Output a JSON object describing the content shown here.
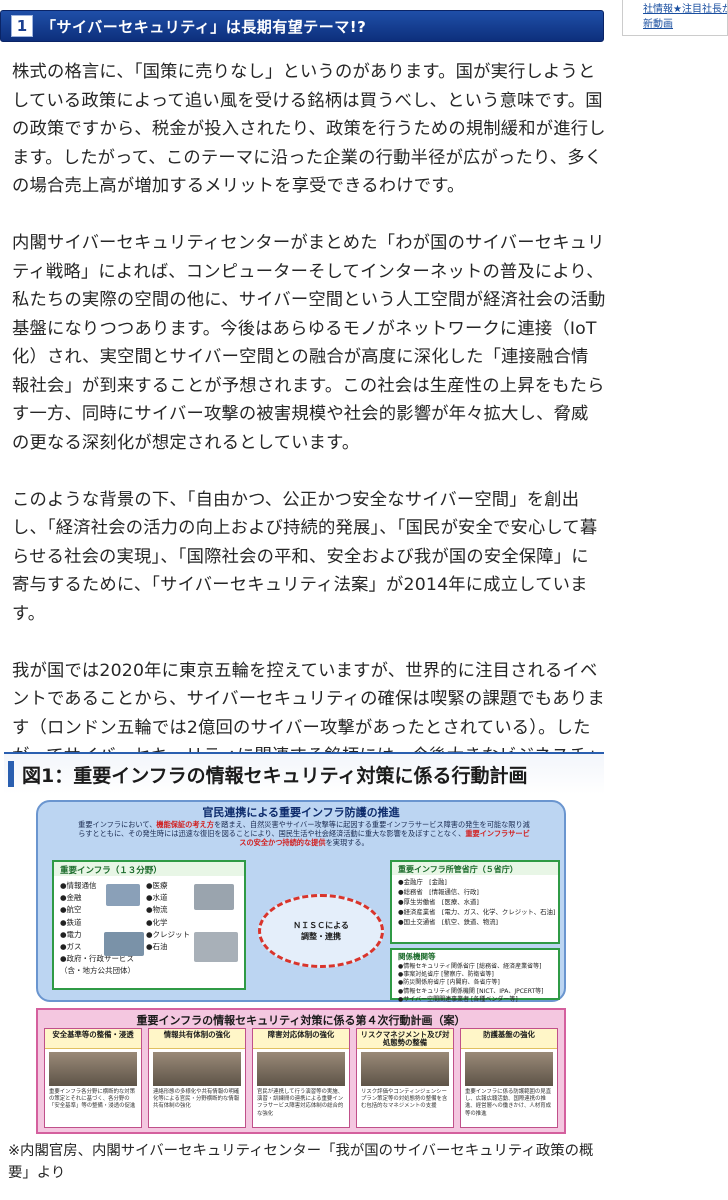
{
  "side_widget": {
    "line1": "社情報★注目社長が望",
    "line2": "新動画"
  },
  "section": {
    "number": "1",
    "title": "「サイバーセキュリティ」は長期有望テーマ!?"
  },
  "paragraphs": [
    "株式の格言に、「国策に売りなし」というのがあります。国が実行しようとしている政策によって追い風を受ける銘柄は買うべし、という意味です。国の政策ですから、税金が投入されたり、政策を行うための規制緩和が進行します。したがって、このテーマに沿った企業の行動半径が広がったり、多くの場合売上高が増加するメリットを享受できるわけです。",
    "内閣サイバーセキュリティセンターがまとめた「わが国のサイバーセキュリティ戦略」によれば、コンピューターそしてインターネットの普及により、私たちの実際の空間の他に、サイバー空間という人工空間が経済社会の活動基盤になりつつあります。今後はあらゆるモノがネットワークに連接（IoT化）され、実空間とサイバー空間との融合が高度に深化した「連接融合情報社会」が到来することが予想されます。この社会は生産性の上昇をもたらす一方、同時にサイバー攻撃の被害規模や社会的影響が年々拡大し、脅威の更なる深刻化が想定されるとしています。",
    "このような背景の下、「自由かつ、公正かつ安全なサイバー空間」を創出し、「経済社会の活力の向上および持続的発展」、「国民が安全で安心して暮らせる社会の実現」、「国際社会の平和、安全および我が国の安全保障」に寄与するために、「サイバーセキュリティ法案」が2014年に成立しています。",
    "我が国では2020年に東京五輪を控えていますが、世界的に注目されるイベントであることから、サイバーセキュリティの確保は喫緊の課題でもあります（ロンドン五輪では2億回のサイバー攻撃があったとされている）。したがってサイバーセキュリティに関連する銘柄には、今後大きなビジネスチャンスが訪れるのではないかと思われます。"
  ],
  "figure": {
    "title": "図1：重要インフラの情報セキュリティ対策に係る行動計画",
    "top_title": "官民連携による重要インフラ防護の推進",
    "top_desc_1": "重要インフラにおいて、",
    "top_desc_red_1": "機能保証の考え方",
    "top_desc_2": "を踏まえ、自然災害やサイバー攻撃等に起因する重要インフラサービス障害の発生を可能な限り減らすとともに、その発生時には迅速な復旧を図ることにより、国民生活や社会経済活動に重大な影響を及ぼすことなく、",
    "top_desc_red_2": "重要インフラサービスの安全かつ持続的な提供",
    "top_desc_3": "を実現する。",
    "infra_head": "重要インフラ（１３分野）",
    "infra_col1": [
      "●情報通信",
      "●金融",
      "●航空",
      "●鉄道",
      "●電力",
      "●ガス",
      "●政府・行政サービス",
      "（含・地方公共団体）"
    ],
    "infra_col2": [
      "●医療",
      "●水道",
      "●物流",
      "●化学",
      "●クレジット",
      "●石油"
    ],
    "nisc_line1": "ＮＩＳＣによる",
    "nisc_line2": "調整・連携",
    "agency_head": "重要インフラ所管省庁（５省庁）",
    "agency_list": [
      "●金融庁　[金融]",
      "●総務省　[情報通信、行政]",
      "●厚生労働省　[医療、水道]",
      "●経済産業省　[電力、ガス、化学、クレジット、石油]",
      "●国土交通省　[航空、鉄道、物流]"
    ],
    "related_head": "関係機関等",
    "related_list": [
      "●情報セキュリティ関係省庁 [総務省、経済産業省等]",
      "●事案対処省庁 [警察庁、防衛省等]",
      "●防災関係府省庁 [内閣府、各省庁等]",
      "●情報セキュリティ関係機関 [NICT、IPA、JPCERT等]",
      "●サイバー空間関連事業者 [各種ベンダー等]"
    ],
    "bottom_title": "重要インフラの情報セキュリティ対策に係る第４次行動計画（案）",
    "actions": [
      {
        "title": "安全基準等の整備・浸透",
        "desc": "重要インフラ各分野に横断的な対策の策定とそれに基づく、各分野の「安全基準」等の整備・浸透の促進"
      },
      {
        "title": "情報共有体制の強化",
        "desc": "連絡形態の多様化や共有情報の明確化等による官民・分野横断的な情報共有体制の強化"
      },
      {
        "title": "障害対応体制の強化",
        "desc": "官民が連携して行う演習等の実施、演習・訓練間の連携による重要インフラサービス障害対応体制の総合的な強化"
      },
      {
        "title": "リスクマネジメント及び対処態勢の整備",
        "desc": "リスク評価やコンティンジェンシープラン策定等の対処態勢の整備を含む包括的なマネジメントの支援"
      },
      {
        "title": "防護基盤の強化",
        "desc": "重要インフラに係る防護範囲の見直し、広報広聴活動、国際連携の推進、経営層への働きかけ、人材育成等の推進"
      }
    ]
  },
  "caption": "※内閣官房、内閣サイバーセキュリティセンター「我が国のサイバーセキュリティ政策の概要」より"
}
